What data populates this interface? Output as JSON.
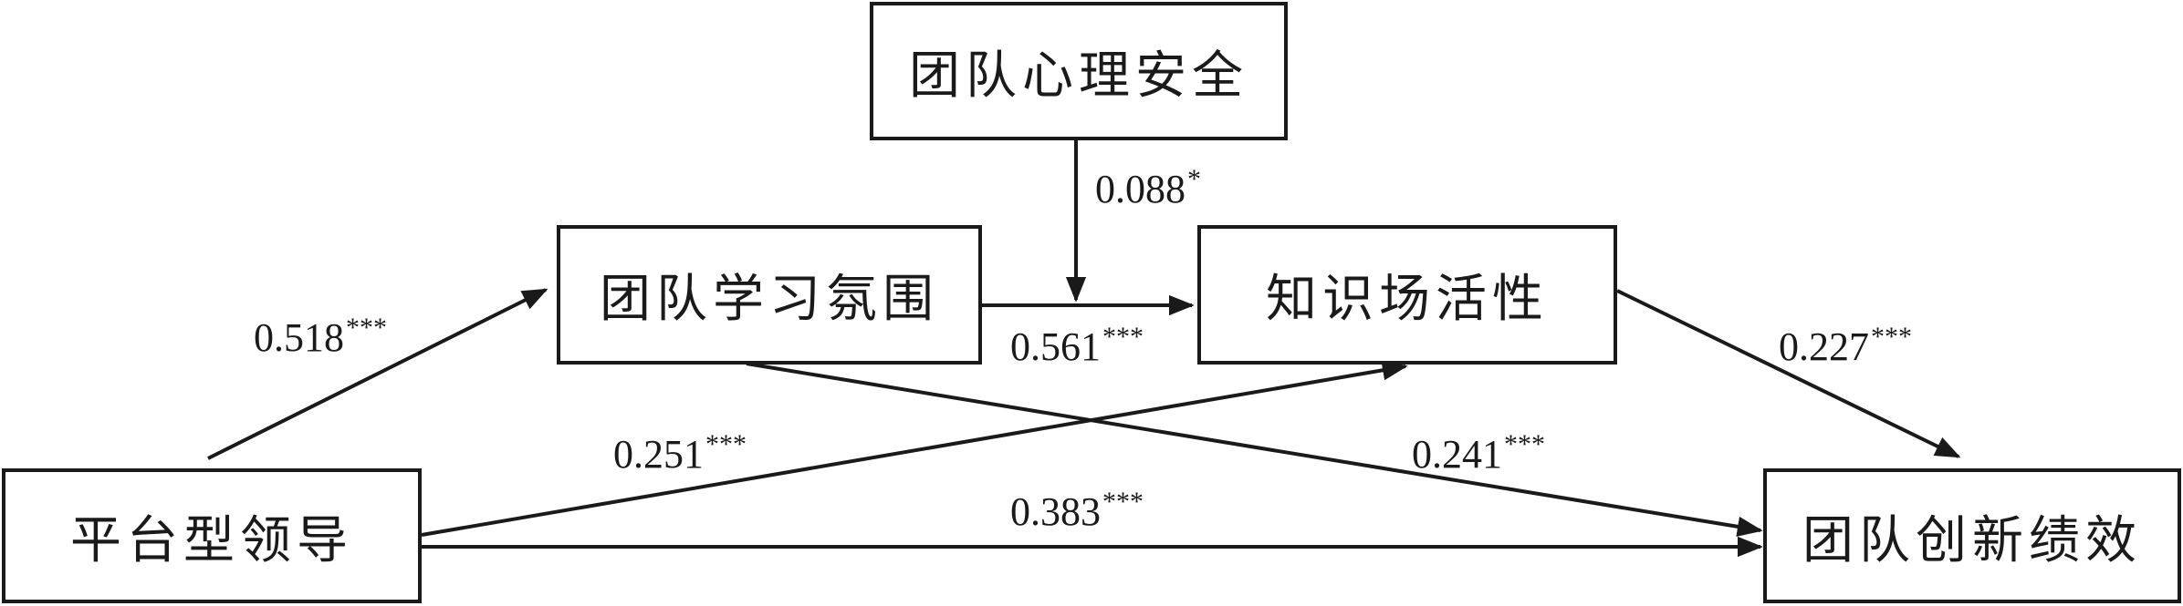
{
  "nodes": {
    "psych_safety": "团队心理安全",
    "learning_climate": "团队学习氛围",
    "knowledge_activity": "知识场活性",
    "platform_leadership": "平台型领导",
    "innovation_performance": "团队创新绩效"
  },
  "paths": {
    "leadership_to_learning": {
      "value": "0.518",
      "sig": "***"
    },
    "learning_to_knowledge": {
      "value": "0.561",
      "sig": "***"
    },
    "moderation_safety": {
      "value": "0.088",
      "sig": "*"
    },
    "knowledge_to_innovation": {
      "value": "0.227",
      "sig": "***"
    },
    "leadership_to_knowledge": {
      "value": "0.251",
      "sig": "***"
    },
    "learning_to_innovation": {
      "value": "0.241",
      "sig": "***"
    },
    "leadership_to_innovation": {
      "value": "0.383",
      "sig": "***"
    }
  },
  "colors": {
    "line": "#1a1a1a",
    "background": "#ffffff"
  }
}
